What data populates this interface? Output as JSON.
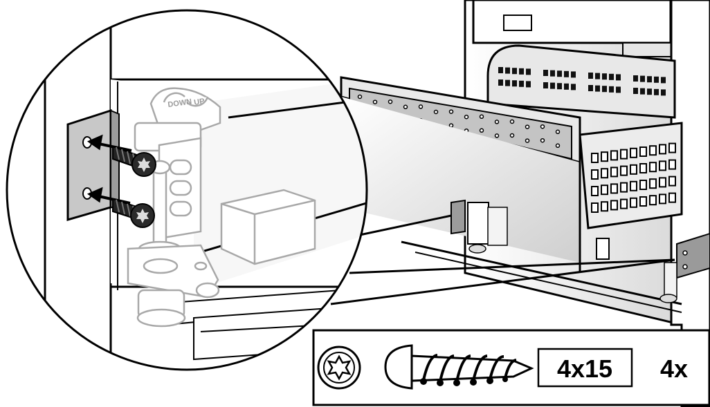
{
  "adjust_labels": {
    "down": "DOWN",
    "up": "UP"
  },
  "parts_box": {
    "bit_icon": "torx-bit-icon",
    "screw_icon": "round-head-screw-icon",
    "screw_size": "4x15",
    "quantity": "4x"
  },
  "colors": {
    "line": "#000000",
    "plate_gray": "#c8c8c8",
    "faded_part": "#a8a8a8",
    "screw_dark": "#2a2a2a"
  }
}
